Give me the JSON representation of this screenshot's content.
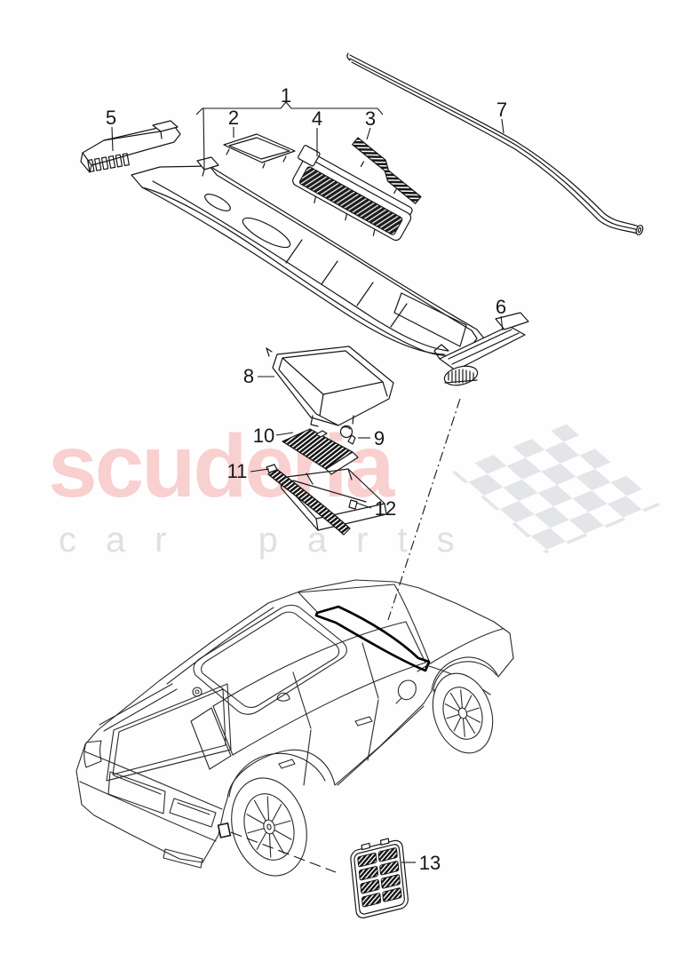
{
  "watermark": {
    "line1": "scuderia",
    "line2": "car parts"
  },
  "callouts": {
    "c1": "1",
    "c2": "2",
    "c3": "3",
    "c4": "4",
    "c5": "5",
    "c6": "6",
    "c7": "7",
    "c8": "8",
    "c9": "9",
    "c10": "10",
    "c11": "11",
    "c12": "12",
    "c13": "13"
  },
  "colors": {
    "line_art": "#161616",
    "car_line": "#2a2a2a",
    "watermark_pink": "#f8d0d0",
    "watermark_gray": "#e0e0e0",
    "flag_gray": "#e3e5e9"
  }
}
